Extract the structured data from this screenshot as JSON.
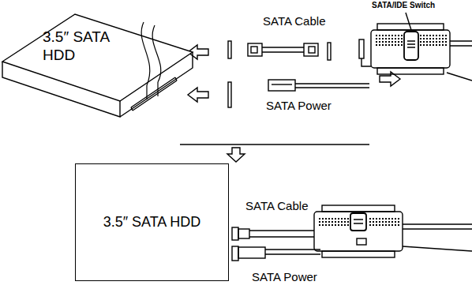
{
  "diagram": {
    "nodes": [
      {
        "text": [
          "3.5″ SATA HDD"
        ]
      },
      {
        "text": [
          "3.5″ SATA HDD"
        ]
      }
    ],
    "labels": [
      "SATA Cable",
      "SATA Power",
      "SATA/IDE Switch",
      "SATA Cable",
      "SATA Power"
    ]
  }
}
